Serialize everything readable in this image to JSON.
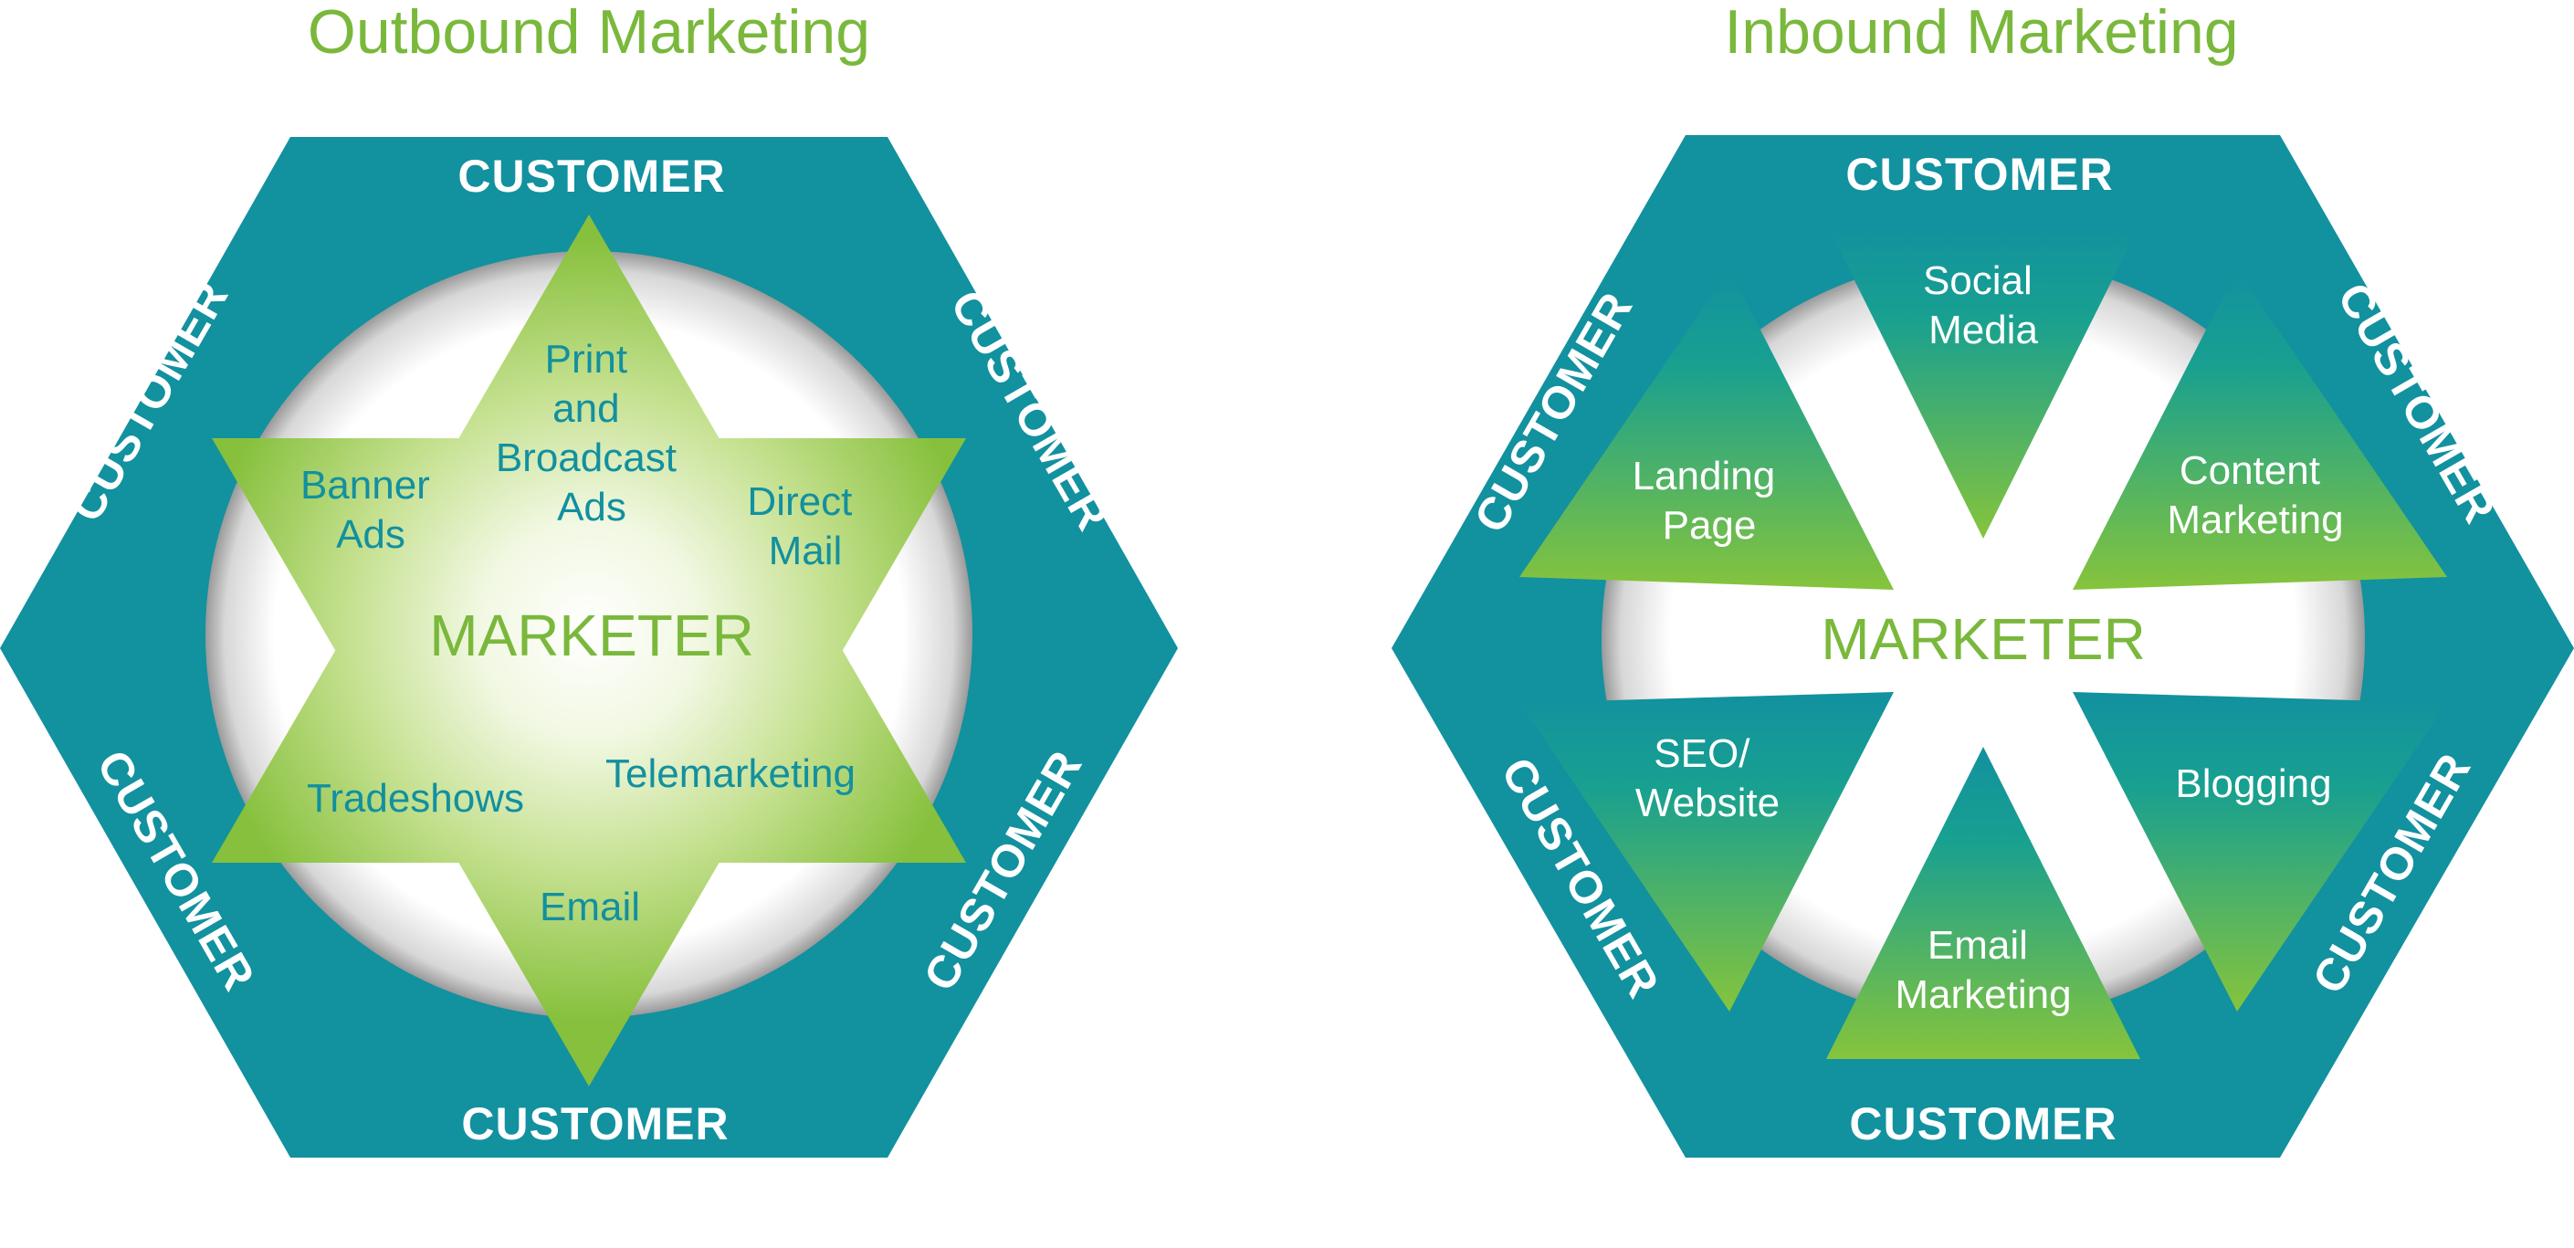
{
  "colors": {
    "hexagon": "#12919f",
    "title": "#7ab83c",
    "accent_green": "#8cc63f",
    "text_teal": "#12909f",
    "white": "#ffffff"
  },
  "outbound": {
    "title": "Outbound Marketing",
    "center": "MARKETER",
    "customer_labels": [
      "CUSTOMER",
      "CUSTOMER",
      "CUSTOMER",
      "CUSTOMER",
      "CUSTOMER",
      "CUSTOMER"
    ],
    "channels": [
      {
        "lines": [
          "Print",
          "and",
          "Broadcast",
          "Ads"
        ]
      },
      {
        "lines": [
          "Direct",
          "Mail"
        ]
      },
      {
        "lines": [
          "Telemarketing"
        ]
      },
      {
        "lines": [
          "Email"
        ]
      },
      {
        "lines": [
          "Tradeshows"
        ]
      },
      {
        "lines": [
          "Banner",
          "Ads"
        ]
      }
    ]
  },
  "inbound": {
    "title": "Inbound Marketing",
    "center": "MARKETER",
    "customer_labels": [
      "CUSTOMER",
      "CUSTOMER",
      "CUSTOMER",
      "CUSTOMER",
      "CUSTOMER",
      "CUSTOMER"
    ],
    "channels": [
      {
        "lines": [
          "Social",
          "Media"
        ]
      },
      {
        "lines": [
          "Content",
          "Marketing"
        ]
      },
      {
        "lines": [
          "Blogging"
        ]
      },
      {
        "lines": [
          "Email",
          "Marketing"
        ]
      },
      {
        "lines": [
          "SEO/",
          "Website"
        ]
      },
      {
        "lines": [
          "Landing",
          "Page"
        ]
      }
    ]
  }
}
